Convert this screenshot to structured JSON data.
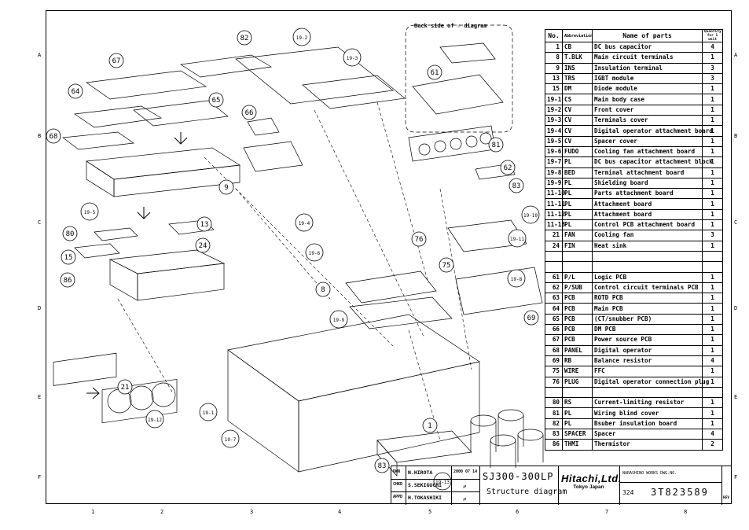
{
  "header": {
    "back_side_label": "Back side of ☉ diagram"
  },
  "table_headers": {
    "no": "No.",
    "abbr": "Abbreviation",
    "name": "Name of parts",
    "qty": "Quantity for 1 unit"
  },
  "parts": [
    {
      "no": "1",
      "abbr": "CB",
      "name": "DC bus capacitor",
      "qty": "4"
    },
    {
      "no": "8",
      "abbr": "T.BLK",
      "name": "Main circuit terminals",
      "qty": "1"
    },
    {
      "no": "9",
      "abbr": "INS",
      "name": "Insulation terminal",
      "qty": "3"
    },
    {
      "no": "13",
      "abbr": "TRS",
      "name": "IGBT module",
      "qty": "3"
    },
    {
      "no": "15",
      "abbr": "DM",
      "name": "Diode module",
      "qty": "1"
    },
    {
      "no": "19-1",
      "abbr": "CS",
      "name": "Main body case",
      "qty": "1"
    },
    {
      "no": "19-2",
      "abbr": "CV",
      "name": "Front cover",
      "qty": "1"
    },
    {
      "no": "19-3",
      "abbr": "CV",
      "name": "Terminals cover",
      "qty": "1"
    },
    {
      "no": "19-4",
      "abbr": "CV",
      "name": "Digital operator attachment board",
      "qty": "1"
    },
    {
      "no": "19-5",
      "abbr": "CV",
      "name": "Spacer cover",
      "qty": "1"
    },
    {
      "no": "19-6",
      "abbr": "FUDO",
      "name": "Cooling fan attachment board",
      "qty": "1"
    },
    {
      "no": "19-7",
      "abbr": "PL",
      "name": "DC bus capacitor attachment block",
      "qty": "1"
    },
    {
      "no": "19-8",
      "abbr": "BED",
      "name": "Terminal attachment board",
      "qty": "1"
    },
    {
      "no": "19-9",
      "abbr": "PL",
      "name": "Shielding board",
      "qty": "1"
    },
    {
      "no": "11-10",
      "abbr": "PL",
      "name": "Parts attachment board",
      "qty": "1"
    },
    {
      "no": "11-11",
      "abbr": "PL",
      "name": "Attachment board",
      "qty": "1"
    },
    {
      "no": "11-12",
      "abbr": "PL",
      "name": "Attachment board",
      "qty": "1"
    },
    {
      "no": "11-13",
      "abbr": "PL",
      "name": "Control PCB attachment board",
      "qty": "1"
    },
    {
      "no": "21",
      "abbr": "FAN",
      "name": "Cooling fan",
      "qty": "3"
    },
    {
      "no": "24",
      "abbr": "FIN",
      "name": "Heat sink",
      "qty": "1"
    },
    {
      "no": "",
      "abbr": "",
      "name": "",
      "qty": ""
    },
    {
      "no": "",
      "abbr": "",
      "name": "",
      "qty": ""
    },
    {
      "no": "61",
      "abbr": "P/L",
      "name": "Logic PCB",
      "qty": "1"
    },
    {
      "no": "62",
      "abbr": "P/SUB",
      "name": "Control circuit terminals PCB",
      "qty": "1"
    },
    {
      "no": "63",
      "abbr": "PCB",
      "name": "ROTD PCB",
      "qty": "1"
    },
    {
      "no": "64",
      "abbr": "PCB",
      "name": "Main PCB",
      "qty": "1"
    },
    {
      "no": "65",
      "abbr": "PCB",
      "name": "(CT/snubber PCB)",
      "qty": "1"
    },
    {
      "no": "66",
      "abbr": "PCB",
      "name": "DM PCB",
      "qty": "1"
    },
    {
      "no": "67",
      "abbr": "PCB",
      "name": "Power source PCB",
      "qty": "1"
    },
    {
      "no": "68",
      "abbr": "PANEL",
      "name": "Digital operator",
      "qty": "1"
    },
    {
      "no": "69",
      "abbr": "RB",
      "name": "Balance resistor",
      "qty": "4"
    },
    {
      "no": "75",
      "abbr": "WIRE",
      "name": "FFC",
      "qty": "1"
    },
    {
      "no": "76",
      "abbr": "PLUG",
      "name": "Digital operator connection plug",
      "qty": "1"
    },
    {
      "no": "",
      "abbr": "",
      "name": "",
      "qty": ""
    },
    {
      "no": "80",
      "abbr": "RS",
      "name": "Current-limiting resistor",
      "qty": "1"
    },
    {
      "no": "81",
      "abbr": "PL",
      "name": "Wiring blind cover",
      "qty": "1"
    },
    {
      "no": "82",
      "abbr": "PL",
      "name": "Bsuber insulation board",
      "qty": "1"
    },
    {
      "no": "83",
      "abbr": "SPACER",
      "name": "Spacer",
      "qty": "4"
    },
    {
      "no": "86",
      "abbr": "THMI",
      "name": "Thermistor",
      "qty": "2"
    }
  ],
  "callouts": [
    "67",
    "82",
    "19-2",
    "19-3",
    "64",
    "65",
    "66",
    "61",
    "68",
    "81",
    "9",
    "19-5",
    "19-4",
    "62",
    "83",
    "19-10",
    "13",
    "24",
    "80",
    "15",
    "86",
    "19-6",
    "8",
    "76",
    "75",
    "19-11",
    "19-8",
    "19-9",
    "69",
    "21",
    "19-12",
    "19-1",
    "19-7",
    "1",
    "19-13",
    "83"
  ],
  "title_block": {
    "rows": [
      {
        "role": "DWN",
        "name": "N.HIROTA",
        "date": "2000 07 14"
      },
      {
        "role": "CHKD",
        "name": "S.SEKIGUCHI",
        "date": "〃"
      },
      {
        "role": "APPD",
        "name": "H.TOKASHIKI",
        "date": "〃"
      }
    ],
    "model": "SJ300-300LP",
    "subtitle": "Structure diagram",
    "company": "Hitachi,Ltd.",
    "company_sub": "Tokyo Japan",
    "works": "NARASHINO WORKS DWG.NO.",
    "code": "324",
    "dwg_no": "3T823589",
    "rev": "REV"
  },
  "column_markers": [
    "1",
    "2",
    "3",
    "4",
    "5",
    "6",
    "7",
    "8"
  ],
  "row_markers": [
    "A",
    "B",
    "C",
    "D",
    "E",
    "F"
  ]
}
